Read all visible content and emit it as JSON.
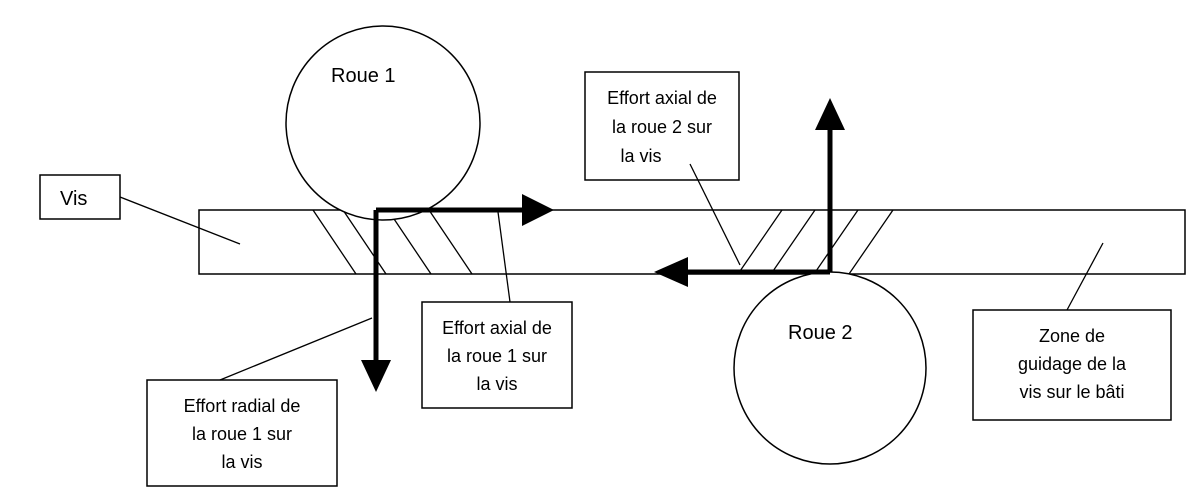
{
  "diagram": {
    "labels": {
      "vis": "Vis",
      "roue1": "Roue 1",
      "roue2": "Roue 2"
    },
    "callouts": {
      "effort_axial_roue2": [
        "Effort axial de",
        "la roue 2 sur",
        "la vis"
      ],
      "effort_axial_roue1": [
        "Effort axial de",
        "la roue 1 sur",
        "la vis"
      ],
      "effort_radial_roue1": [
        "Effort radial de",
        "la roue 1 sur",
        "la vis"
      ],
      "zone_guidage": [
        "Zone de",
        "guidage de la",
        "vis sur le bâti"
      ]
    },
    "colors": {
      "stroke": "#000000",
      "background": "#ffffff"
    }
  }
}
